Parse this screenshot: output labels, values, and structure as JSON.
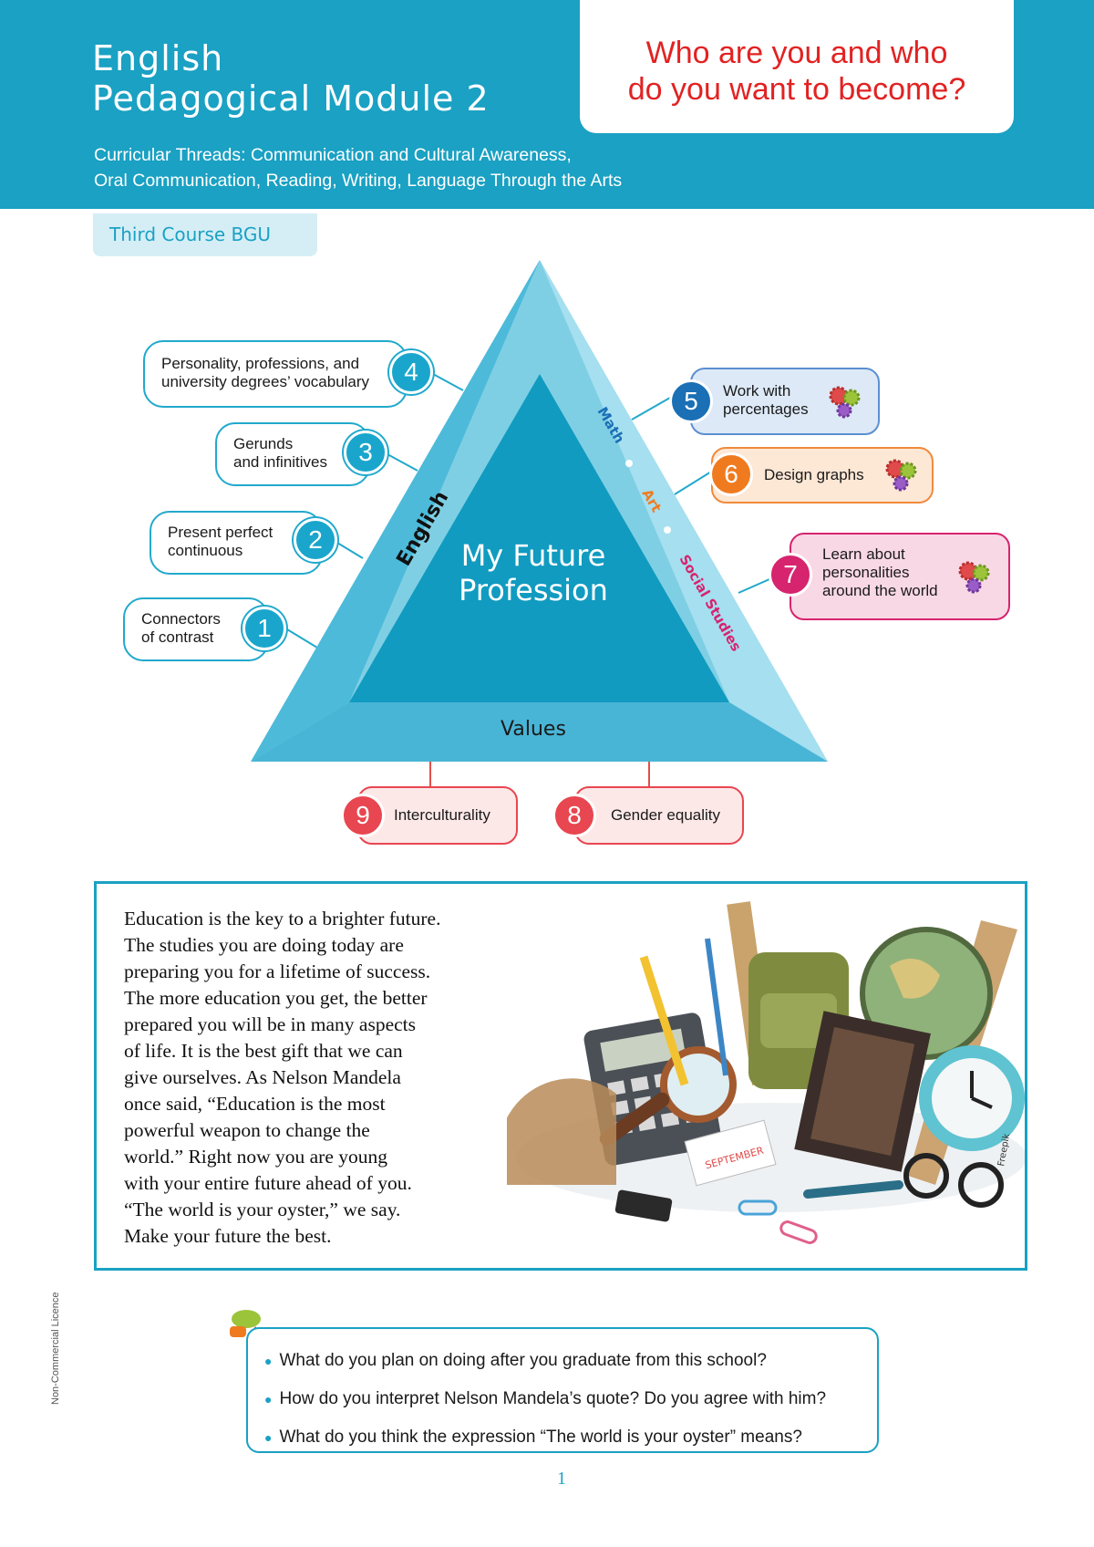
{
  "header": {
    "title_line1": "English",
    "title_line2": "Pedagogical Module 2",
    "threads_line1": "Curricular Threads: Communication and Cultural Awareness,",
    "threads_line2": "Oral Communication, Reading, Writing, Language Through the Arts",
    "question_line1": "Who are you and who",
    "question_line2": "do you want to become?",
    "course": "Third Course BGU"
  },
  "diagram": {
    "center_line1": "My Future",
    "center_line2": "Profession",
    "left_side": "English",
    "right_side": [
      "Math",
      "Art",
      "Social Studies"
    ],
    "base": "Values",
    "topics": [
      {
        "num": "1",
        "line1": "Connectors",
        "line2": "of contrast"
      },
      {
        "num": "2",
        "line1": "Present perfect",
        "line2": "continuous"
      },
      {
        "num": "3",
        "line1": "Gerunds",
        "line2": "and infinitives"
      },
      {
        "num": "4",
        "line1": "Personality, professions, and",
        "line2": "university degrees’ vocabulary"
      },
      {
        "num": "5",
        "line1": "Work with",
        "line2": "percentages"
      },
      {
        "num": "6",
        "line1": "Design graphs"
      },
      {
        "num": "7",
        "line1": "Learn about",
        "line2": "personalities",
        "line3": "around the world"
      },
      {
        "num": "8",
        "line1": "Gender equality"
      },
      {
        "num": "9",
        "line1": "Interculturality"
      }
    ]
  },
  "article": {
    "lines": [
      "Education is the key to a brighter future.",
      "The studies you are doing today are",
      "preparing you for a lifetime of success.",
      "The more education you get, the better",
      "prepared you will be in many aspects",
      "of life. It is the best gift that we can",
      "give ourselves. As Nelson Mandela",
      "once said, “Education is the most",
      "powerful weapon to change the",
      "world.” Right now you are young",
      "with your entire future ahead of you.",
      "“The world is your oyster,” we say.",
      "Make your future the best."
    ],
    "image_labels": {
      "calendar": "SEPTEMBER",
      "credit": "Freepik"
    }
  },
  "questions": [
    "What do you plan on doing after you graduate from this school?",
    "How do you interpret Nelson Mandela’s quote? Do you agree with him?",
    "What do you think the expression “The world is your oyster” means?"
  ],
  "footer": {
    "license": "Non-Commercial Licence",
    "page": "1"
  },
  "colors": {
    "brand": "#1aa1c3",
    "accent_red": "#e22222",
    "math": "#1a6fb5",
    "art": "#f07b1f",
    "social": "#d6246e",
    "values": "#e84650"
  }
}
